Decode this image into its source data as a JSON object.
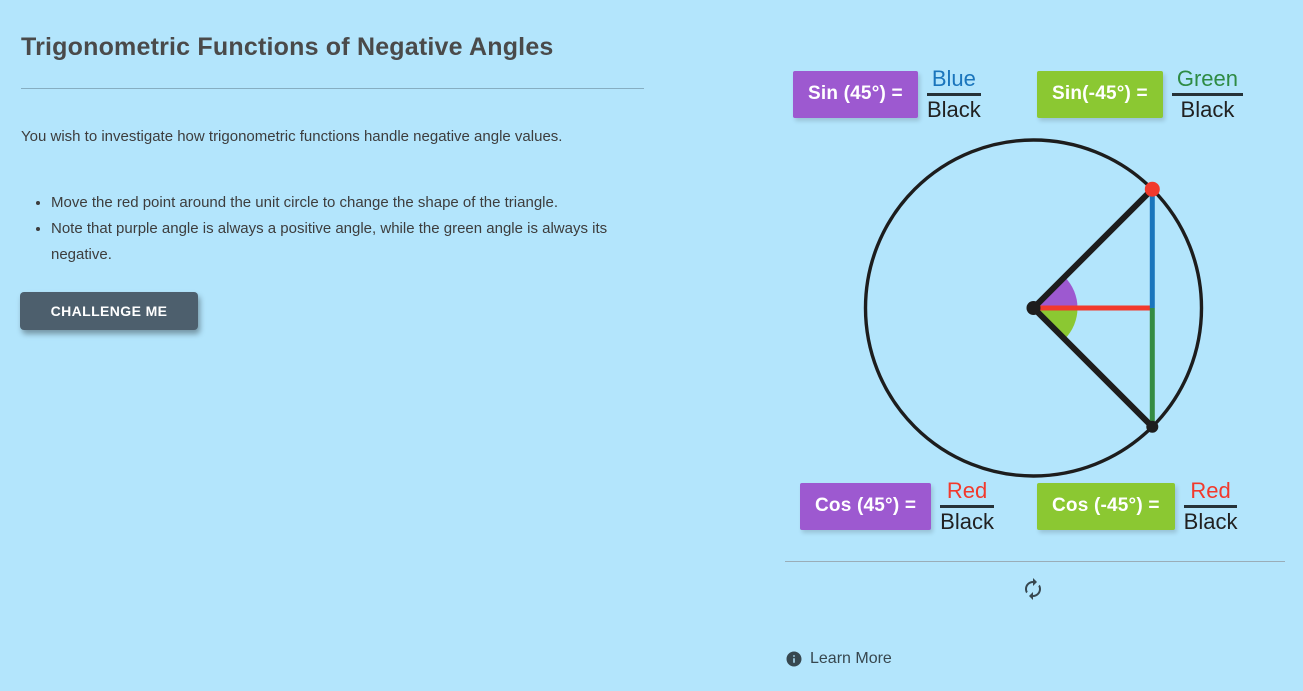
{
  "page": {
    "background_color": "#b3e5fc"
  },
  "header": {
    "title": "Trigonometric Functions of Negative Angles"
  },
  "instructions": {
    "intro": "You wish to investigate how trigonometric functions handle negative angle values.",
    "bullets": [
      "Move the red point around the unit circle to change the shape of the triangle.",
      "Note that purple angle is always a positive angle, while the green angle is always its negative."
    ],
    "challenge_button_label": "CHALLENGE ME"
  },
  "formulas": {
    "sin_positive": {
      "label": "Sin (45°) =",
      "numerator": "Blue",
      "denominator": "Black",
      "badge_color": "#9d59d0",
      "numerator_color": "#1a75bc",
      "denominator_color": "#212121"
    },
    "sin_negative": {
      "label": "Sin(-45°) =",
      "numerator": "Green",
      "denominator": "Black",
      "badge_color": "#8bc832",
      "numerator_color": "#2e8b44",
      "denominator_color": "#212121"
    },
    "cos_positive": {
      "label": "Cos (45°) =",
      "numerator": "Red",
      "denominator": "Black",
      "badge_color": "#9d59d0",
      "numerator_color": "#f2392c",
      "denominator_color": "#212121"
    },
    "cos_negative": {
      "label": "Cos (-45°) =",
      "numerator": "Red",
      "denominator": "Black",
      "badge_color": "#8bc832",
      "numerator_color": "#f2392c",
      "denominator_color": "#212121"
    }
  },
  "diagram": {
    "angle_deg": 45,
    "colors": {
      "outline": "#1d1d1d",
      "cos_segment": "#f2392c",
      "sin_positive_segment": "#1a75bc",
      "sin_negative_segment": "#358c42",
      "positive_angle": "#9d59d0",
      "negative_angle": "#8bc832",
      "drag_point": "#f2392c"
    }
  },
  "footer": {
    "learn_more_label": "Learn More",
    "icon_color": "#37474f"
  }
}
